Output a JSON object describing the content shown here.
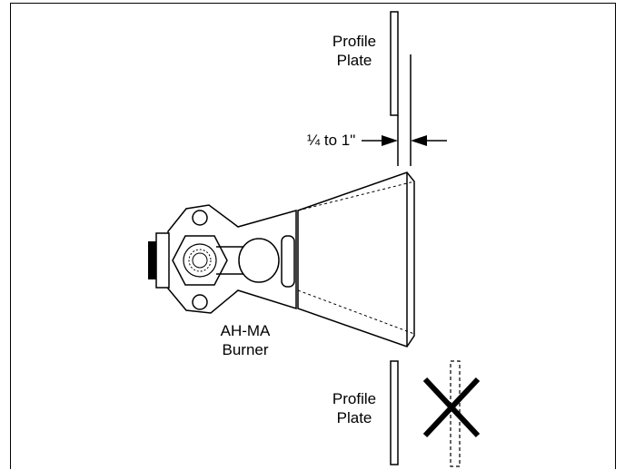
{
  "labels": {
    "profile_plate_top_line1": "Profile",
    "profile_plate_top_line2": "Plate",
    "gap_dimension": "¼ to 1\"",
    "burner_line1": "AH-MA",
    "burner_line2": "Burner",
    "profile_plate_bottom_line1": "Profile",
    "profile_plate_bottom_line2": "Plate"
  }
}
